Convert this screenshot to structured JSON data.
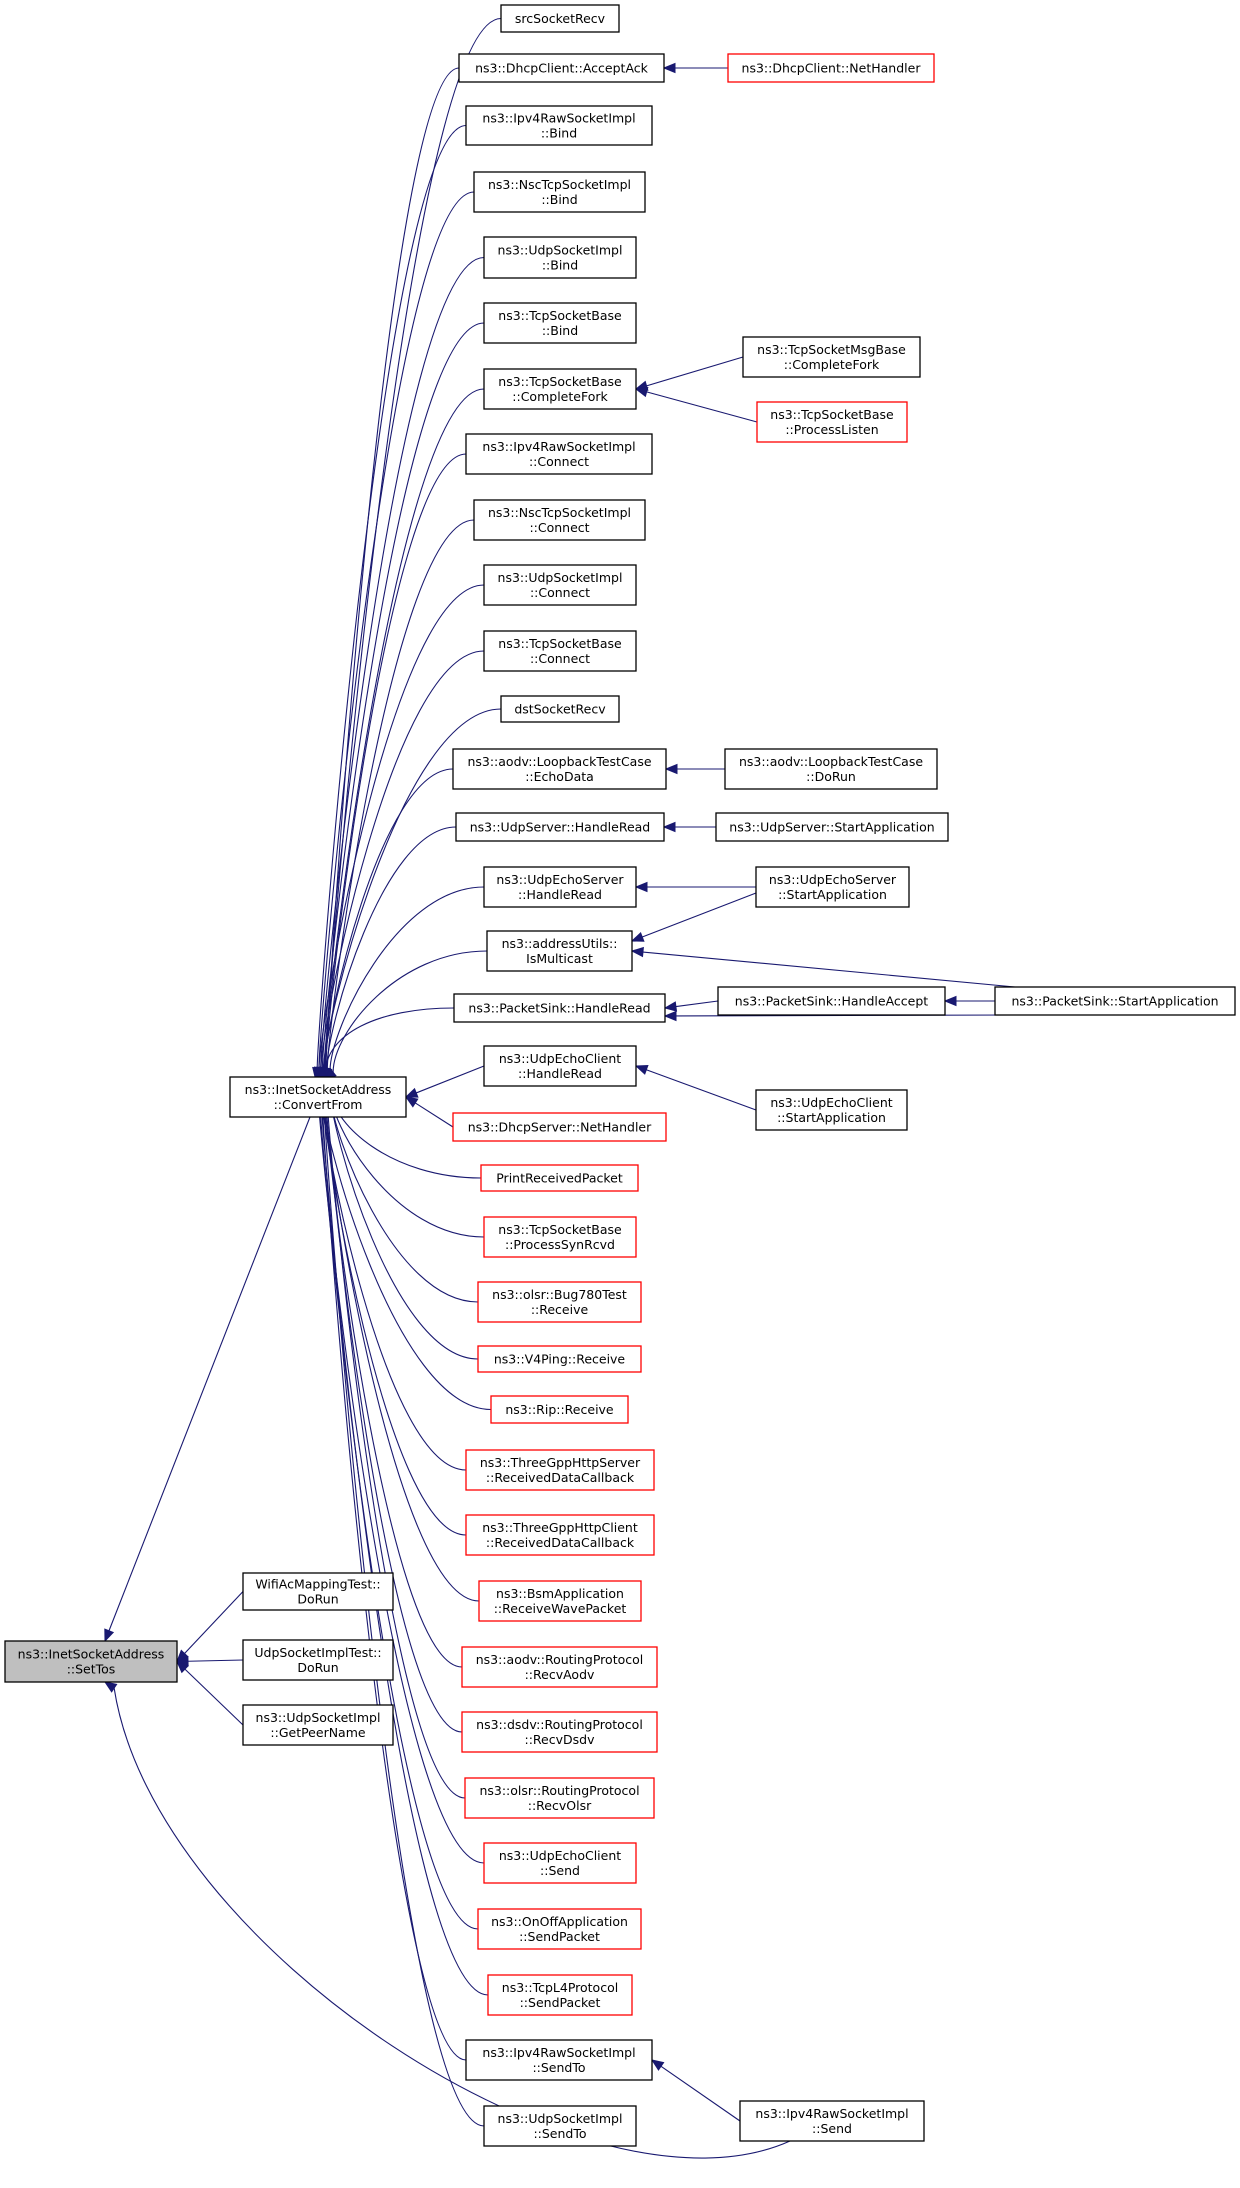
{
  "colors": {
    "edge": "#191970",
    "node_border": "#000000",
    "node_border_link": "#ff0000",
    "node_fill": "#ffffff",
    "node_fill_root": "#bfbfbf"
  },
  "nodes": [
    {
      "id": "settos",
      "lines": [
        "ns3::InetSocketAddress",
        "::SetTos"
      ],
      "style": "root"
    },
    {
      "id": "convertfrom",
      "lines": [
        "ns3::InetSocketAddress",
        "::ConvertFrom"
      ],
      "style": "normal"
    },
    {
      "id": "wifiac",
      "lines": [
        "WifiAcMappingTest::",
        "DoRun"
      ],
      "style": "normal"
    },
    {
      "id": "udpsockimpltest",
      "lines": [
        "UdpSocketImplTest::",
        "DoRun"
      ],
      "style": "normal"
    },
    {
      "id": "udpgetpeer",
      "lines": [
        "ns3::UdpSocketImpl",
        "::GetPeerName"
      ],
      "style": "normal"
    },
    {
      "id": "srcrecv",
      "lines": [
        "srcSocketRecv"
      ],
      "style": "normal"
    },
    {
      "id": "dhcpack",
      "lines": [
        "ns3::DhcpClient::AcceptAck"
      ],
      "style": "normal"
    },
    {
      "id": "dhcpnet",
      "lines": [
        "ns3::DhcpClient::NetHandler"
      ],
      "style": "link"
    },
    {
      "id": "ipv4bind",
      "lines": [
        "ns3::Ipv4RawSocketImpl",
        "::Bind"
      ],
      "style": "normal"
    },
    {
      "id": "nscbind",
      "lines": [
        "ns3::NscTcpSocketImpl",
        "::Bind"
      ],
      "style": "normal"
    },
    {
      "id": "udpbind",
      "lines": [
        "ns3::UdpSocketImpl",
        "::Bind"
      ],
      "style": "normal"
    },
    {
      "id": "tcpbind",
      "lines": [
        "ns3::TcpSocketBase",
        "::Bind"
      ],
      "style": "normal"
    },
    {
      "id": "tcpcomplete",
      "lines": [
        "ns3::TcpSocketBase",
        "::CompleteFork"
      ],
      "style": "normal"
    },
    {
      "id": "tcpmsgcomplete",
      "lines": [
        "ns3::TcpSocketMsgBase",
        "::CompleteFork"
      ],
      "style": "normal"
    },
    {
      "id": "tcplisten",
      "lines": [
        "ns3::TcpSocketBase",
        "::ProcessListen"
      ],
      "style": "link"
    },
    {
      "id": "ipv4connect",
      "lines": [
        "ns3::Ipv4RawSocketImpl",
        "::Connect"
      ],
      "style": "normal"
    },
    {
      "id": "nscconnect",
      "lines": [
        "ns3::NscTcpSocketImpl",
        "::Connect"
      ],
      "style": "normal"
    },
    {
      "id": "udpconnect",
      "lines": [
        "ns3::UdpSocketImpl",
        "::Connect"
      ],
      "style": "normal"
    },
    {
      "id": "tcpconnect",
      "lines": [
        "ns3::TcpSocketBase",
        "::Connect"
      ],
      "style": "normal"
    },
    {
      "id": "dstrecv",
      "lines": [
        "dstSocketRecv"
      ],
      "style": "normal"
    },
    {
      "id": "aodvecho",
      "lines": [
        "ns3::aodv::LoopbackTestCase",
        "::EchoData"
      ],
      "style": "normal"
    },
    {
      "id": "aodvdorun",
      "lines": [
        "ns3::aodv::LoopbackTestCase",
        "::DoRun"
      ],
      "style": "normal"
    },
    {
      "id": "udpserverhr",
      "lines": [
        "ns3::UdpServer::HandleRead"
      ],
      "style": "normal"
    },
    {
      "id": "udpserversa",
      "lines": [
        "ns3::UdpServer::StartApplication"
      ],
      "style": "normal"
    },
    {
      "id": "echoserverhr",
      "lines": [
        "ns3::UdpEchoServer",
        "::HandleRead"
      ],
      "style": "normal"
    },
    {
      "id": "echoserversa",
      "lines": [
        "ns3::UdpEchoServer",
        "::StartApplication"
      ],
      "style": "normal"
    },
    {
      "id": "ismulticast",
      "lines": [
        "ns3::addressUtils::",
        "IsMulticast"
      ],
      "style": "normal"
    },
    {
      "id": "sinkhr",
      "lines": [
        "ns3::PacketSink::HandleRead"
      ],
      "style": "normal"
    },
    {
      "id": "sinkha",
      "lines": [
        "ns3::PacketSink::HandleAccept"
      ],
      "style": "normal"
    },
    {
      "id": "sinksa",
      "lines": [
        "ns3::PacketSink::StartApplication"
      ],
      "style": "normal"
    },
    {
      "id": "echoclienthr",
      "lines": [
        "ns3::UdpEchoClient",
        "::HandleRead"
      ],
      "style": "normal"
    },
    {
      "id": "echoclientsa",
      "lines": [
        "ns3::UdpEchoClient",
        "::StartApplication"
      ],
      "style": "normal"
    },
    {
      "id": "dhcpserver",
      "lines": [
        "ns3::DhcpServer::NetHandler"
      ],
      "style": "link"
    },
    {
      "id": "printrecv",
      "lines": [
        "PrintReceivedPacket"
      ],
      "style": "link"
    },
    {
      "id": "tcpsynrcvd",
      "lines": [
        "ns3::TcpSocketBase",
        "::ProcessSynRcvd"
      ],
      "style": "link"
    },
    {
      "id": "olsrbug",
      "lines": [
        "ns3::olsr::Bug780Test",
        "::Receive"
      ],
      "style": "link"
    },
    {
      "id": "v4ping",
      "lines": [
        "ns3::V4Ping::Receive"
      ],
      "style": "link"
    },
    {
      "id": "rip",
      "lines": [
        "ns3::Rip::Receive"
      ],
      "style": "link"
    },
    {
      "id": "httpserver",
      "lines": [
        "ns3::ThreeGppHttpServer",
        "::ReceivedDataCallback"
      ],
      "style": "link"
    },
    {
      "id": "httpclient",
      "lines": [
        "ns3::ThreeGppHttpClient",
        "::ReceivedDataCallback"
      ],
      "style": "link"
    },
    {
      "id": "bsm",
      "lines": [
        "ns3::BsmApplication",
        "::ReceiveWavePacket"
      ],
      "style": "link"
    },
    {
      "id": "aodvrecv",
      "lines": [
        "ns3::aodv::RoutingProtocol",
        "::RecvAodv"
      ],
      "style": "link"
    },
    {
      "id": "dsdvrecv",
      "lines": [
        "ns3::dsdv::RoutingProtocol",
        "::RecvDsdv"
      ],
      "style": "link"
    },
    {
      "id": "olsrrecv",
      "lines": [
        "ns3::olsr::RoutingProtocol",
        "::RecvOlsr"
      ],
      "style": "link"
    },
    {
      "id": "echoclientsend",
      "lines": [
        "ns3::UdpEchoClient",
        "::Send"
      ],
      "style": "link"
    },
    {
      "id": "onoff",
      "lines": [
        "ns3::OnOffApplication",
        "::SendPacket"
      ],
      "style": "link"
    },
    {
      "id": "tcpl4",
      "lines": [
        "ns3::TcpL4Protocol",
        "::SendPacket"
      ],
      "style": "link"
    },
    {
      "id": "ipv4sendto",
      "lines": [
        "ns3::Ipv4RawSocketImpl",
        "::SendTo"
      ],
      "style": "normal"
    },
    {
      "id": "udpsendto",
      "lines": [
        "ns3::UdpSocketImpl",
        "::SendTo"
      ],
      "style": "normal"
    },
    {
      "id": "ipv4send",
      "lines": [
        "ns3::Ipv4RawSocketImpl",
        "::Send"
      ],
      "style": "normal"
    }
  ],
  "edges": [
    [
      "convertfrom",
      "settos"
    ],
    [
      "wifiac",
      "settos"
    ],
    [
      "udpsockimpltest",
      "settos"
    ],
    [
      "udpgetpeer",
      "settos"
    ],
    [
      "ipv4send",
      "settos"
    ],
    [
      "srcrecv",
      "convertfrom"
    ],
    [
      "dhcpack",
      "convertfrom"
    ],
    [
      "ipv4bind",
      "convertfrom"
    ],
    [
      "nscbind",
      "convertfrom"
    ],
    [
      "udpbind",
      "convertfrom"
    ],
    [
      "tcpbind",
      "convertfrom"
    ],
    [
      "tcpcomplete",
      "convertfrom"
    ],
    [
      "ipv4connect",
      "convertfrom"
    ],
    [
      "nscconnect",
      "convertfrom"
    ],
    [
      "udpconnect",
      "convertfrom"
    ],
    [
      "tcpconnect",
      "convertfrom"
    ],
    [
      "dstrecv",
      "convertfrom"
    ],
    [
      "aodvecho",
      "convertfrom"
    ],
    [
      "udpserverhr",
      "convertfrom"
    ],
    [
      "echoserverhr",
      "convertfrom"
    ],
    [
      "ismulticast",
      "convertfrom"
    ],
    [
      "sinkhr",
      "convertfrom"
    ],
    [
      "echoclienthr",
      "convertfrom"
    ],
    [
      "dhcpserver",
      "convertfrom"
    ],
    [
      "printrecv",
      "convertfrom"
    ],
    [
      "tcpsynrcvd",
      "convertfrom"
    ],
    [
      "olsrbug",
      "convertfrom"
    ],
    [
      "v4ping",
      "convertfrom"
    ],
    [
      "rip",
      "convertfrom"
    ],
    [
      "httpserver",
      "convertfrom"
    ],
    [
      "httpclient",
      "convertfrom"
    ],
    [
      "bsm",
      "convertfrom"
    ],
    [
      "aodvrecv",
      "convertfrom"
    ],
    [
      "dsdvrecv",
      "convertfrom"
    ],
    [
      "olsrrecv",
      "convertfrom"
    ],
    [
      "echoclientsend",
      "convertfrom"
    ],
    [
      "onoff",
      "convertfrom"
    ],
    [
      "tcpl4",
      "convertfrom"
    ],
    [
      "ipv4sendto",
      "convertfrom"
    ],
    [
      "udpsendto",
      "convertfrom"
    ],
    [
      "dhcpnet",
      "dhcpack"
    ],
    [
      "tcpmsgcomplete",
      "tcpcomplete"
    ],
    [
      "tcplisten",
      "tcpcomplete"
    ],
    [
      "aodvdorun",
      "aodvecho"
    ],
    [
      "udpserversa",
      "udpserverhr"
    ],
    [
      "echoserversa",
      "echoserverhr"
    ],
    [
      "echoserversa",
      "ismulticast"
    ],
    [
      "sinksa",
      "ismulticast"
    ],
    [
      "sinkha",
      "sinkhr"
    ],
    [
      "sinksa",
      "sinkhr"
    ],
    [
      "sinksa",
      "sinkha"
    ],
    [
      "echoclientsa",
      "echoclienthr"
    ],
    [
      "ipv4send",
      "ipv4sendto"
    ]
  ]
}
